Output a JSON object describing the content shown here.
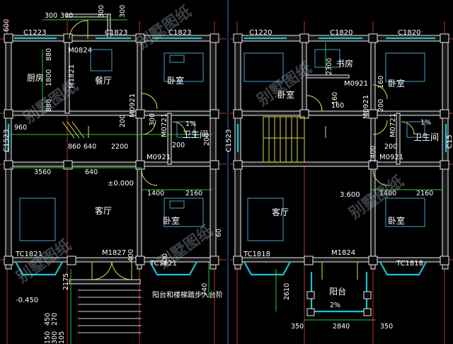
{
  "plan_left": {
    "windows": [
      "C1223",
      "C1823",
      "C1823",
      "TC1821",
      "TC1821"
    ],
    "doors": [
      "M0824",
      "M1821",
      "M0921",
      "M0721",
      "M0921",
      "M1827"
    ],
    "rooms": [
      "厨房",
      "餐厅",
      "卧室",
      "卫生间",
      "客厅",
      "卧室"
    ],
    "dims_top": [
      "300",
      "300",
      "300",
      "300"
    ],
    "dims_inner": [
      "880",
      "1800",
      "880",
      "960",
      "860",
      "640",
      "2200",
      "200",
      "3560",
      "640",
      "1400",
      "2160",
      "200",
      "300",
      "200",
      "2175"
    ],
    "elevation": "±0.000",
    "slope": "1%",
    "outer_elev": "-0.450",
    "bottom_dims": [
      "300",
      "150",
      "270",
      "450",
      "105",
      "740",
      "400",
      "400"
    ],
    "note": "阳台和楼梯踏步入台阶",
    "side_labels": [
      "C1523",
      "600",
      "60"
    ]
  },
  "plan_right": {
    "windows": [
      "C1220",
      "C1820",
      "C1820",
      "TC1818",
      "TC1818"
    ],
    "doors": [
      "M0921",
      "M0921",
      "M0721",
      "M0921",
      "M1824"
    ],
    "rooms": [
      "书房",
      "卧室",
      "卧室",
      "卫生间",
      "客厅",
      "卧室",
      "阳台"
    ],
    "dims": [
      "2300",
      "160",
      "160",
      "200",
      "1400",
      "1400",
      "2160",
      "3.600",
      "2610",
      "350",
      "2840",
      "350",
      "160",
      "200"
    ],
    "slope_wc": "1%",
    "slope_balcony": "2%",
    "side_labels": [
      "C1523",
      "C15"
    ]
  },
  "watermark": [
    "别墅图纸",
    "别墅图纸",
    "别墅图纸",
    "别墅图纸",
    "别墅图纸",
    "别墅图纸"
  ]
}
